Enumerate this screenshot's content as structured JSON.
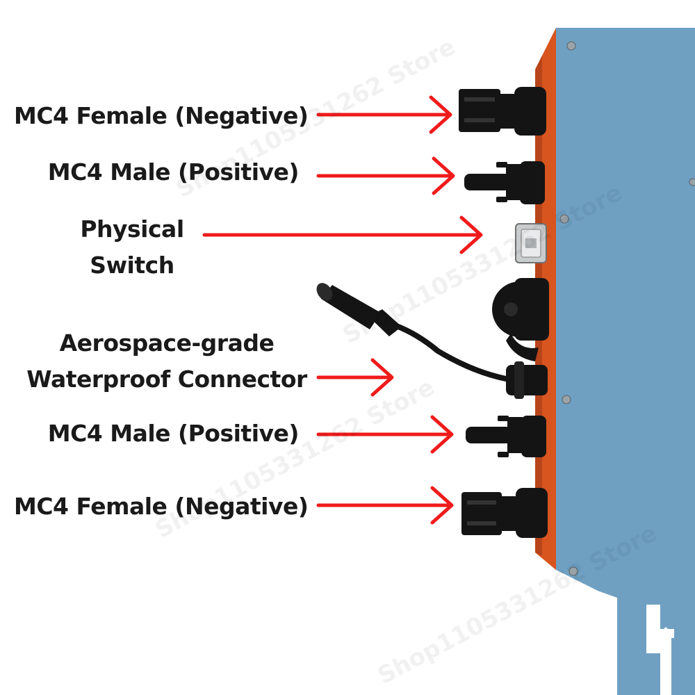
{
  "labels": {
    "mc4_female_top": "MC4 Female (Negative)",
    "mc4_male_top": "MC4 Male (Positive)",
    "physical_switch_line1": "Physical",
    "physical_switch_line2": "Switch",
    "waterproof_line1": "Aerospace-grade",
    "waterproof_line2": "Waterproof Connector",
    "mc4_male_bottom": "MC4 Male (Positive)",
    "mc4_female_bottom": "MC4 Female (Negative)"
  },
  "watermarks": [
    "Shop1105331262 Store",
    "Shop1105331262 Store",
    "Shop1105331262 Store",
    "Shop1105331262 Store"
  ],
  "colors": {
    "arrow": "#ef1b1b",
    "panel": "#6fa0c2",
    "orange_strip": "#d8551f",
    "connector": "#141414",
    "text": "#1a1a1a"
  }
}
